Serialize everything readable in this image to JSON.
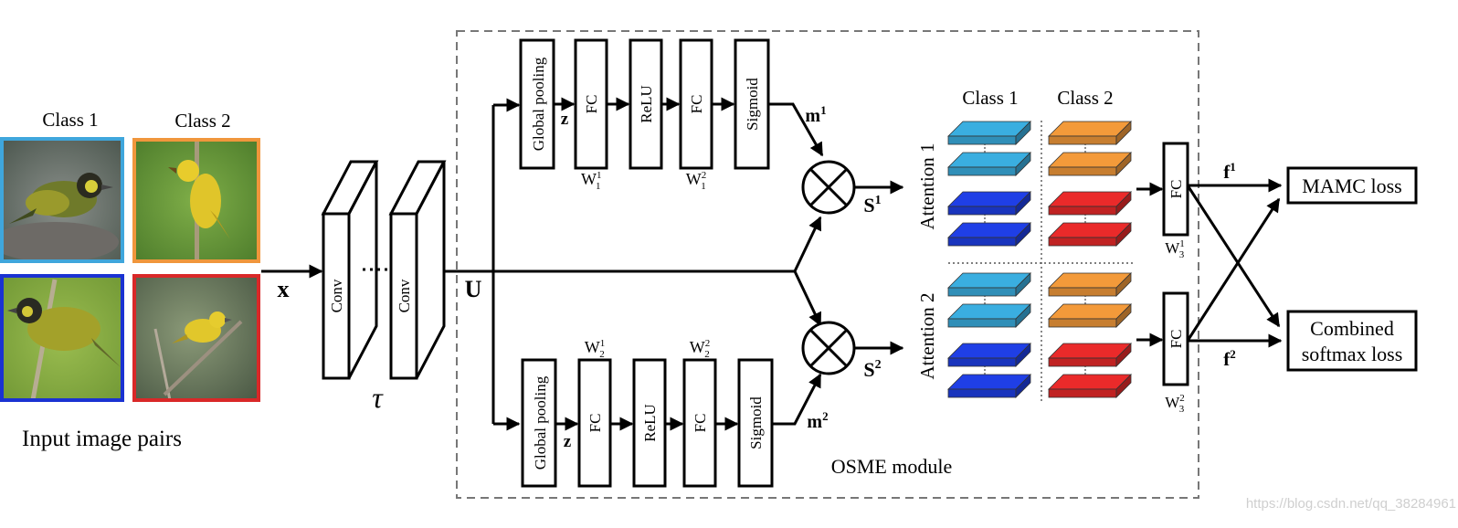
{
  "input": {
    "class1": "Class 1",
    "class2": "Class 2",
    "caption": "Input image pairs",
    "frame_colors": {
      "top_left": "#3fa6dc",
      "top_right": "#f0963c",
      "bottom_left": "#1a32d2",
      "bottom_right": "#d92828"
    }
  },
  "backbone": {
    "x_label": "x",
    "conv1": "Conv",
    "conv2": "Conv",
    "tau": "τ",
    "u_label": "U"
  },
  "osme": {
    "title": "OSME module",
    "top_branch": {
      "global_pooling": "Global pooling",
      "z": "z",
      "fc1": "FC",
      "relu": "ReLU",
      "fc2": "FC",
      "sigmoid": "Sigmoid",
      "w1": "W",
      "w1_sup": "1",
      "w1_sub": "1",
      "w2": "W",
      "w2_sup": "2",
      "w2_sub": "1",
      "m": "m",
      "m_sup": "1",
      "s": "S",
      "s_sup": "1"
    },
    "bottom_branch": {
      "global_pooling": "Global pooling",
      "z": "z",
      "fc1": "FC",
      "relu": "ReLU",
      "fc2": "FC",
      "sigmoid": "Sigmoid",
      "w1": "W",
      "w1_sup": "1",
      "w1_sub": "2",
      "w2": "W",
      "w2_sup": "2",
      "w2_sub": "2",
      "m": "m",
      "m_sup": "2",
      "s": "S",
      "s_sup": "2"
    }
  },
  "attention": {
    "class1": "Class 1",
    "class2": "Class 2",
    "attention1": "Attention 1",
    "attention2": "Attention  2",
    "colors": {
      "light_blue": "#3aaee0",
      "dark_blue": "#1f3fe6",
      "orange": "#f39a3a",
      "red": "#ea2a2a"
    }
  },
  "output": {
    "fc_top": "FC",
    "fc_bottom": "FC",
    "w3": "W",
    "w3_top_sup": "1",
    "w3_bottom_sup": "2",
    "w3_sub": "3",
    "f": "f",
    "f1_sup": "1",
    "f2_sup": "2",
    "mamc_loss": "MAMC loss",
    "combined_line1": "Combined",
    "combined_line2": "softmax loss"
  },
  "watermark": "https://blog.csdn.net/qq_38284961"
}
